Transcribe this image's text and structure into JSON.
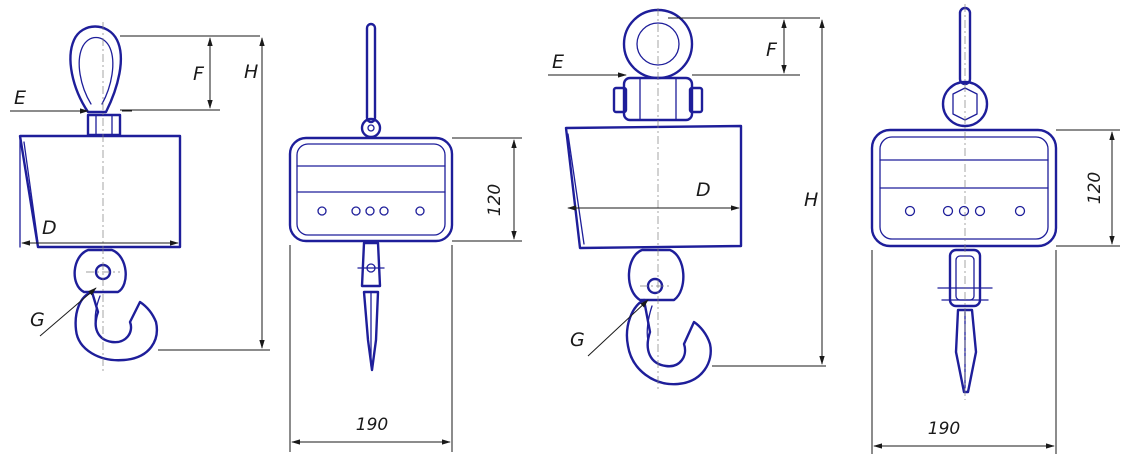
{
  "colors": {
    "outline": "#1e1e9a",
    "dimension": "#1a1a1a",
    "centerline": "#808080",
    "background": "#ffffff"
  },
  "views": [
    {
      "labels": {
        "e": "E",
        "f": "F",
        "h": "H",
        "d": "D",
        "g": "G"
      }
    },
    {
      "labels": {
        "height": "120",
        "width": "190"
      }
    },
    {
      "labels": {
        "e": "E",
        "f": "F",
        "h": "H",
        "d": "D",
        "g": "G"
      }
    },
    {
      "labels": {
        "height": "120",
        "width": "190"
      }
    }
  ]
}
